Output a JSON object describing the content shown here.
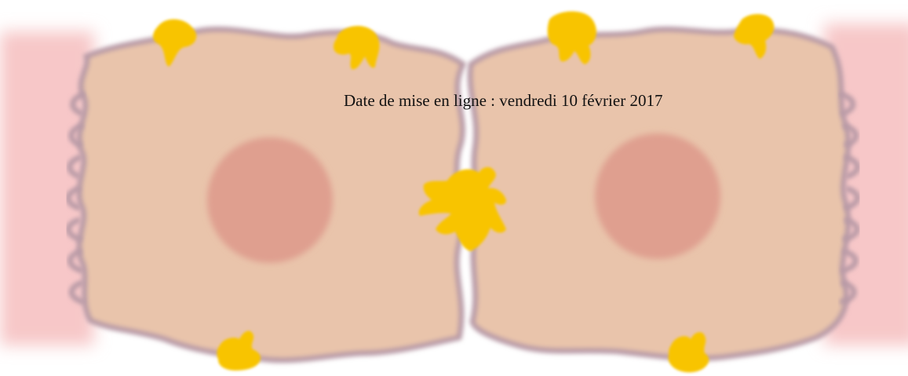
{
  "caption": "Date de mise en ligne : vendredi 10 février 2017",
  "colors": {
    "cell_fill": "#e9c4ab",
    "cell_outline": "#b89aa6",
    "nucleus": "#df9f8f",
    "junction": "#f8c400",
    "side_tissue": "#f7c7c8"
  },
  "icons": [
    "cell-left",
    "cell-right",
    "nucleus-left",
    "nucleus-right",
    "gap-junction-blobs"
  ]
}
